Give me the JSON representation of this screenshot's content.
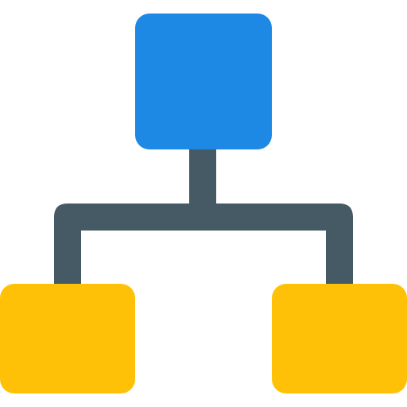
{
  "icon": {
    "name": "hierarchy-network-icon"
  },
  "colors": {
    "parent_node": "#1E88E5",
    "child_nodes": "#FFC107",
    "connector": "#455A64",
    "background": "#FFFFFF"
  },
  "nodes": [
    {
      "id": "parent",
      "role": "parent-node",
      "color_key": "parent_node"
    },
    {
      "id": "child-left",
      "role": "child-node",
      "color_key": "child_nodes"
    },
    {
      "id": "child-right",
      "role": "child-node",
      "color_key": "child_nodes"
    }
  ]
}
